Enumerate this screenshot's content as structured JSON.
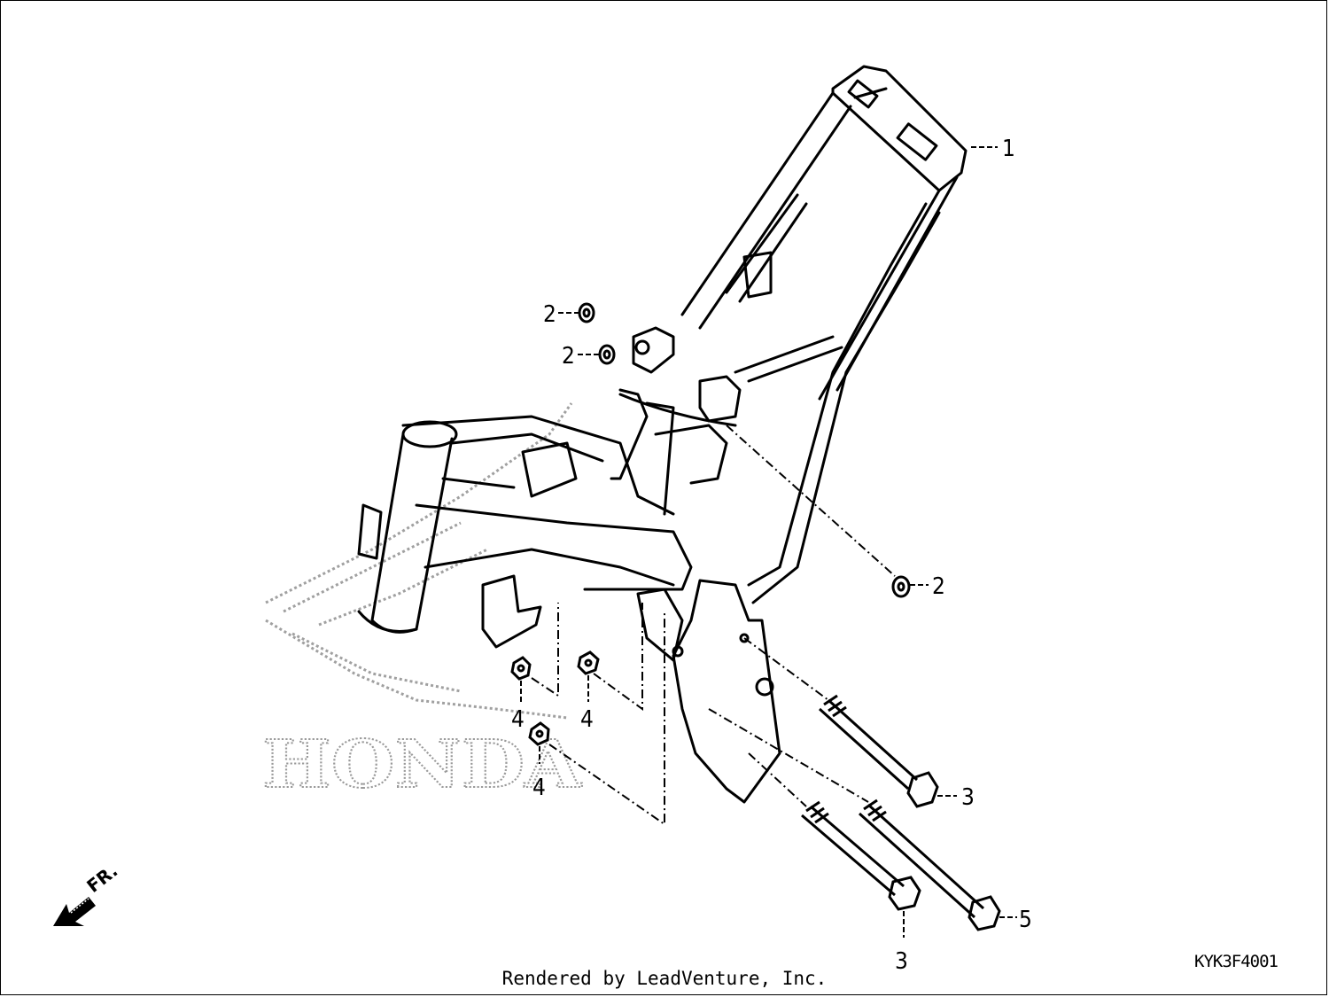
{
  "diagram": {
    "callouts": [
      {
        "id": "frame-body",
        "label": "1"
      },
      {
        "id": "nut-upper-a",
        "label": "2"
      },
      {
        "id": "nut-upper-b",
        "label": "2"
      },
      {
        "id": "nut-right",
        "label": "2"
      },
      {
        "id": "bolt-upper",
        "label": "3"
      },
      {
        "id": "bolt-lower",
        "label": "3"
      },
      {
        "id": "nut-left-a",
        "label": "4"
      },
      {
        "id": "nut-left-b",
        "label": "4"
      },
      {
        "id": "nut-left-c",
        "label": "4"
      },
      {
        "id": "bolt-long",
        "label": "5"
      }
    ],
    "watermark": "HONDA",
    "direction_label": "FR.",
    "part_code": "KYK3F4001"
  },
  "footer": {
    "credit": "Rendered by LeadVenture, Inc."
  },
  "colors": {
    "line": "#000000",
    "watermark": "#9a9a9a",
    "background": "#ffffff"
  }
}
